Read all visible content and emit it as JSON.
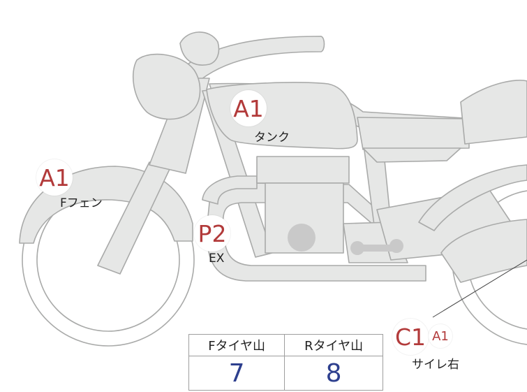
{
  "colors": {
    "body_fill": "#e6e7e6",
    "outline": "#a9aaa9",
    "badge_text": "#b23a3a",
    "value_text": "#2d3f8e"
  },
  "markers": [
    {
      "id": "tank",
      "code": "A1",
      "label": "タンク",
      "color": "#b23a3a",
      "size": "big"
    },
    {
      "id": "front-fender",
      "code": "A1",
      "label": "Fフェン",
      "color": "#b23a3a",
      "size": "big"
    },
    {
      "id": "exhaust",
      "code": "P2",
      "label": "EX",
      "color": "#b23a3a",
      "size": "big"
    },
    {
      "id": "right-silencer",
      "code": "C1",
      "sub_code": "A1",
      "label": "サイレ右",
      "color": "#b23a3a",
      "size": "big"
    }
  ],
  "tire_table": {
    "headers": [
      "Fタイヤ山",
      "Rタイヤ山"
    ],
    "values": [
      "7",
      "8"
    ]
  }
}
